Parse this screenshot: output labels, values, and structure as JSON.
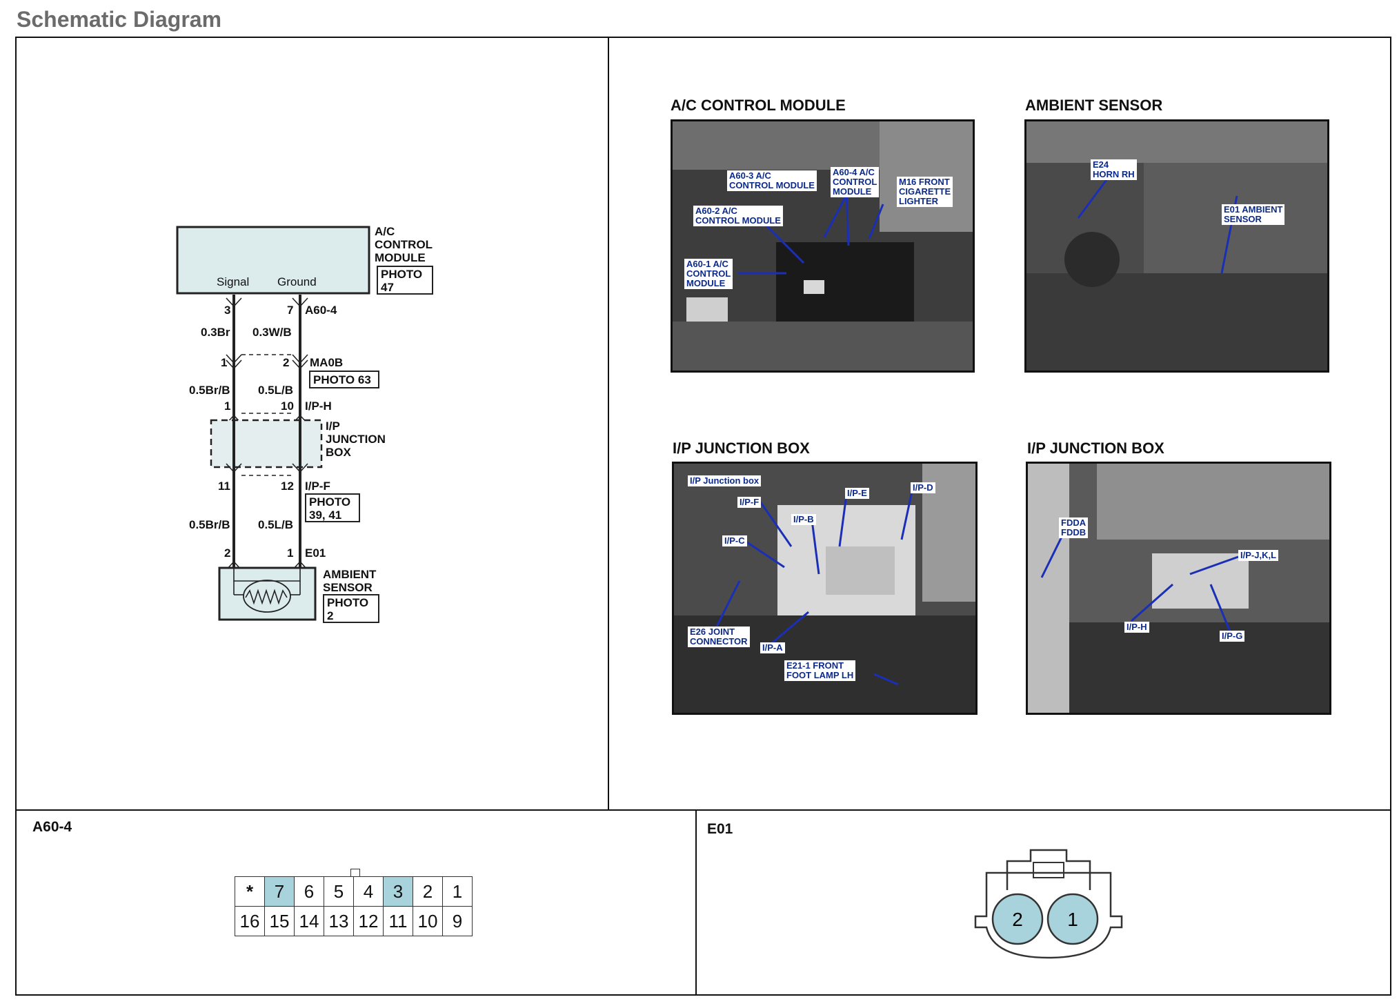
{
  "header": {
    "title": "Schematic Diagram"
  },
  "schematic": {
    "module": {
      "label": "A/C\nCONTROL\nMODULE",
      "photo": "PHOTO\n47",
      "pin_left_name": "Signal",
      "pin_right_name": "Ground"
    },
    "connector_a60": {
      "name": "A60-4",
      "pin_left": "3",
      "pin_right": "7"
    },
    "wire_upper": {
      "left": "0.3Br",
      "right": "0.3W/B"
    },
    "connector_ma0b": {
      "name": "MA0B",
      "photo": "PHOTO 63",
      "pin_left": "1",
      "pin_right": "2"
    },
    "wire_mid": {
      "left": "0.5Br/B",
      "right": "0.5L/B"
    },
    "connector_iph": {
      "name": "I/P-H",
      "pin_left": "1",
      "pin_right": "10"
    },
    "junction": {
      "label": "I/P\nJUNCTION\nBOX"
    },
    "connector_ipf": {
      "name": "I/P-F",
      "photo": "PHOTO\n39, 41",
      "pin_left": "11",
      "pin_right": "12"
    },
    "wire_lower": {
      "left": "0.5Br/B",
      "right": "0.5L/B"
    },
    "connector_e01": {
      "name": "E01",
      "pin_left": "2",
      "pin_right": "1"
    },
    "sensor": {
      "label": "AMBIENT\nSENSOR",
      "photo": "PHOTO\n2"
    }
  },
  "photos": [
    {
      "title": "A/C CONTROL MODULE",
      "callouts": [
        "A60-3  A/C\nCONTROL MODULE",
        "A60-4  A/C\nCONTROL\nMODULE",
        "M16 FRONT\nCIGARETTE\nLIGHTER",
        "A60-2  A/C\nCONTROL MODULE",
        "A60-1 A/C\nCONTROL\nMODULE"
      ]
    },
    {
      "title": "AMBIENT SENSOR",
      "callouts": [
        "E24\nHORN RH",
        "E01 AMBIENT\nSENSOR"
      ]
    },
    {
      "title": "I/P JUNCTION BOX",
      "callouts": [
        "I/P Junction box",
        "I/P-F",
        "I/P-E",
        "I/P-D",
        "I/P-C",
        "I/P-B",
        "E26 JOINT\nCONNECTOR",
        "I/P-A",
        "E21-1 FRONT\nFOOT LAMP LH"
      ]
    },
    {
      "title": "I/P JUNCTION BOX",
      "callouts": [
        "FDDA\nFDDB",
        "I/P-J,K,L",
        "I/P-H",
        "I/P-G"
      ]
    }
  ],
  "connectors": {
    "a60_4": {
      "title": "A60-4",
      "row1": [
        "*",
        "7",
        "6",
        "5",
        "4",
        "3",
        "2",
        "1"
      ],
      "row2": [
        "16",
        "15",
        "14",
        "13",
        "12",
        "11",
        "10",
        "9"
      ]
    },
    "e01": {
      "title": "E01",
      "pins": [
        "2",
        "1"
      ]
    }
  },
  "colors": {
    "highlight_pin": "#a8d3dc",
    "callout_text": "#0b2a8c",
    "arrow": "#1a2fb5"
  }
}
